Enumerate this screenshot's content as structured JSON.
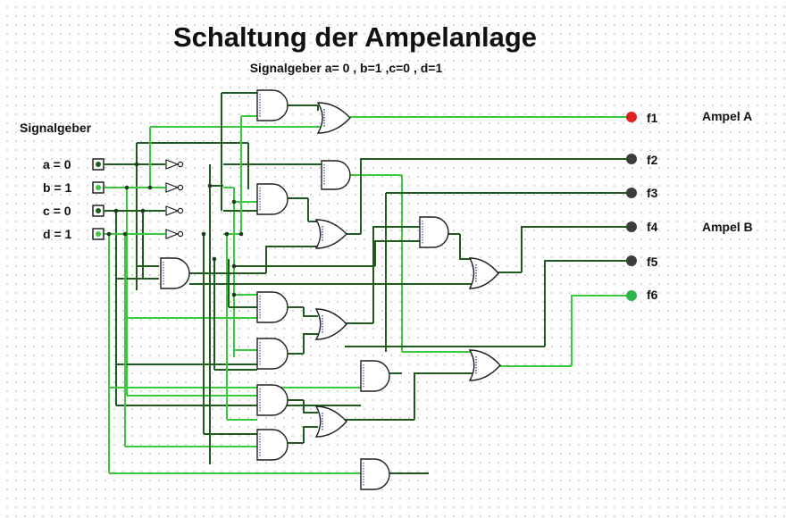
{
  "title": "Schaltung der Ampelanlage",
  "subtitle": "Signalgeber a= 0 , b=1 ,c=0 , d=1",
  "signal_group_label": "Signalgeber",
  "inputs": [
    {
      "label": "a = 0",
      "value": 0
    },
    {
      "label": "b = 1",
      "value": 1
    },
    {
      "label": "c = 0",
      "value": 0
    },
    {
      "label": "d = 1",
      "value": 1
    }
  ],
  "outputs": [
    {
      "label": "f1",
      "color": "#e0201c"
    },
    {
      "label": "f2",
      "color": "#3c3c3c"
    },
    {
      "label": "f3",
      "color": "#3c3c3c"
    },
    {
      "label": "f4",
      "color": "#3c3c3c"
    },
    {
      "label": "f5",
      "color": "#3c3c3c"
    },
    {
      "label": "f6",
      "color": "#2db34a"
    }
  ],
  "ampel_a_label": "Ampel A",
  "ampel_b_label": "Ampel B",
  "colors": {
    "wire_on": "#3cc83c",
    "wire_off": "#1d5c1d",
    "gate_stroke": "#1e1e1e",
    "pin_marks": "#2a2a8a"
  },
  "gate_types": [
    "and",
    "or",
    "not"
  ]
}
